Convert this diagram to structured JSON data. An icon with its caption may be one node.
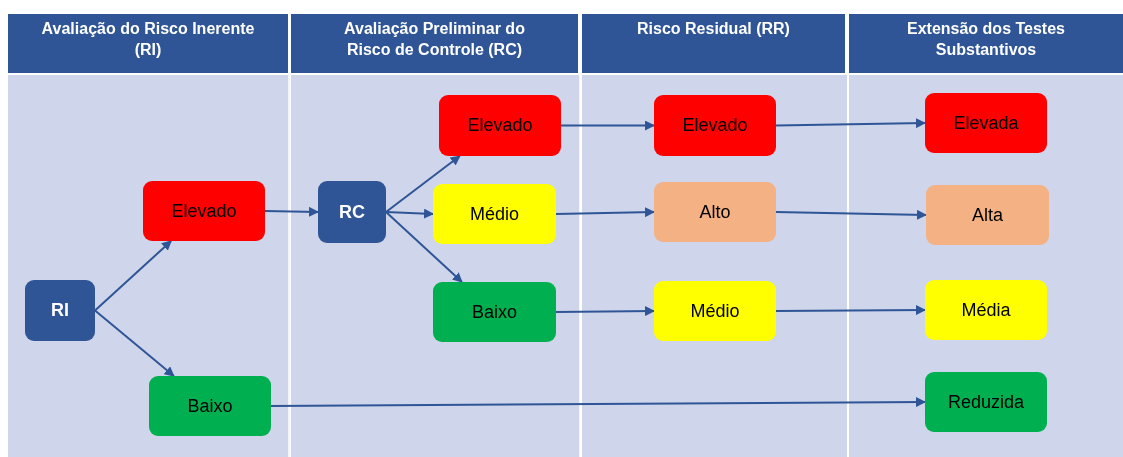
{
  "diagram": {
    "nodes": [
      {
        "text": [
          "Avaliação do Risco Inerente (RI)"
        ]
      },
      {
        "text": [
          "Avaliação Preliminar do Risco de Controle (RC)"
        ]
      },
      {
        "text": [
          "Risco Residual (RR)"
        ]
      },
      {
        "text": [
          "Extensão dos Testes Substantivos"
        ]
      },
      {
        "text": [
          "RI"
        ]
      },
      {
        "text": [
          "Elevado"
        ]
      },
      {
        "text": [
          "Baixo"
        ]
      },
      {
        "text": [
          "RC"
        ]
      },
      {
        "text": [
          "Elevado"
        ]
      },
      {
        "text": [
          "Médio"
        ]
      },
      {
        "text": [
          "Baixo"
        ]
      },
      {
        "text": [
          "Elevado"
        ]
      },
      {
        "text": [
          "Alto"
        ]
      },
      {
        "text": [
          "Médio"
        ]
      },
      {
        "text": [
          "Elevada"
        ]
      },
      {
        "text": [
          "Alta"
        ]
      },
      {
        "text": [
          "Média"
        ]
      },
      {
        "text": [
          "Reduzida"
        ]
      }
    ],
    "edges": [
      {
        "from": 4,
        "to": 5,
        "arrow": "to"
      },
      {
        "from": 4,
        "to": 6,
        "arrow": "to"
      },
      {
        "from": 5,
        "to": 7,
        "arrow": "to"
      },
      {
        "from": 7,
        "to": 8,
        "arrow": "to"
      },
      {
        "from": 7,
        "to": 9,
        "arrow": "to"
      },
      {
        "from": 7,
        "to": 10,
        "arrow": "to"
      },
      {
        "from": 8,
        "to": 11,
        "arrow": "to"
      },
      {
        "from": 9,
        "to": 12,
        "arrow": "to"
      },
      {
        "from": 10,
        "to": 13,
        "arrow": "to"
      },
      {
        "from": 11,
        "to": 14,
        "arrow": "to"
      },
      {
        "from": 12,
        "to": 15,
        "arrow": "to"
      },
      {
        "from": 13,
        "to": 16,
        "arrow": "to"
      },
      {
        "from": 6,
        "to": 17,
        "arrow": "to"
      }
    ]
  }
}
